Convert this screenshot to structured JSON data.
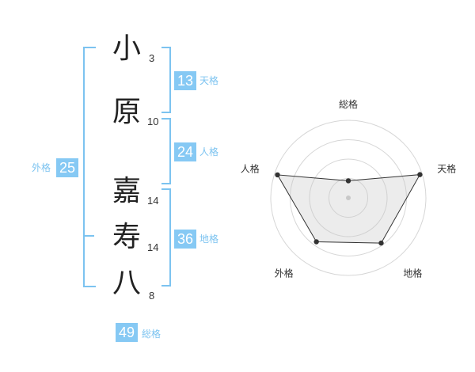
{
  "name": {
    "chars": [
      {
        "char": "小",
        "strokes": "3"
      },
      {
        "char": "原",
        "strokes": "10"
      },
      {
        "char": "嘉",
        "strokes": "14"
      },
      {
        "char": "寿",
        "strokes": "14"
      },
      {
        "char": "八",
        "strokes": "8"
      }
    ]
  },
  "fortunes": {
    "tenkaku": {
      "value": "13",
      "label": "天格"
    },
    "jinkaku": {
      "value": "24",
      "label": "人格"
    },
    "chikaku": {
      "value": "36",
      "label": "地格"
    },
    "gaikaku": {
      "value": "25",
      "label": "外格"
    },
    "soukaku": {
      "value": "49",
      "label": "総格"
    }
  },
  "colors": {
    "accent": "#86c9f4",
    "bracket": "#7cc3f0"
  },
  "chart_data": {
    "type": "radar",
    "axes": [
      "総格",
      "天格",
      "地格",
      "外格",
      "人格"
    ],
    "values": [
      0.22,
      0.97,
      0.72,
      0.7,
      0.96
    ],
    "range": [
      0,
      1
    ],
    "rings": 4
  }
}
